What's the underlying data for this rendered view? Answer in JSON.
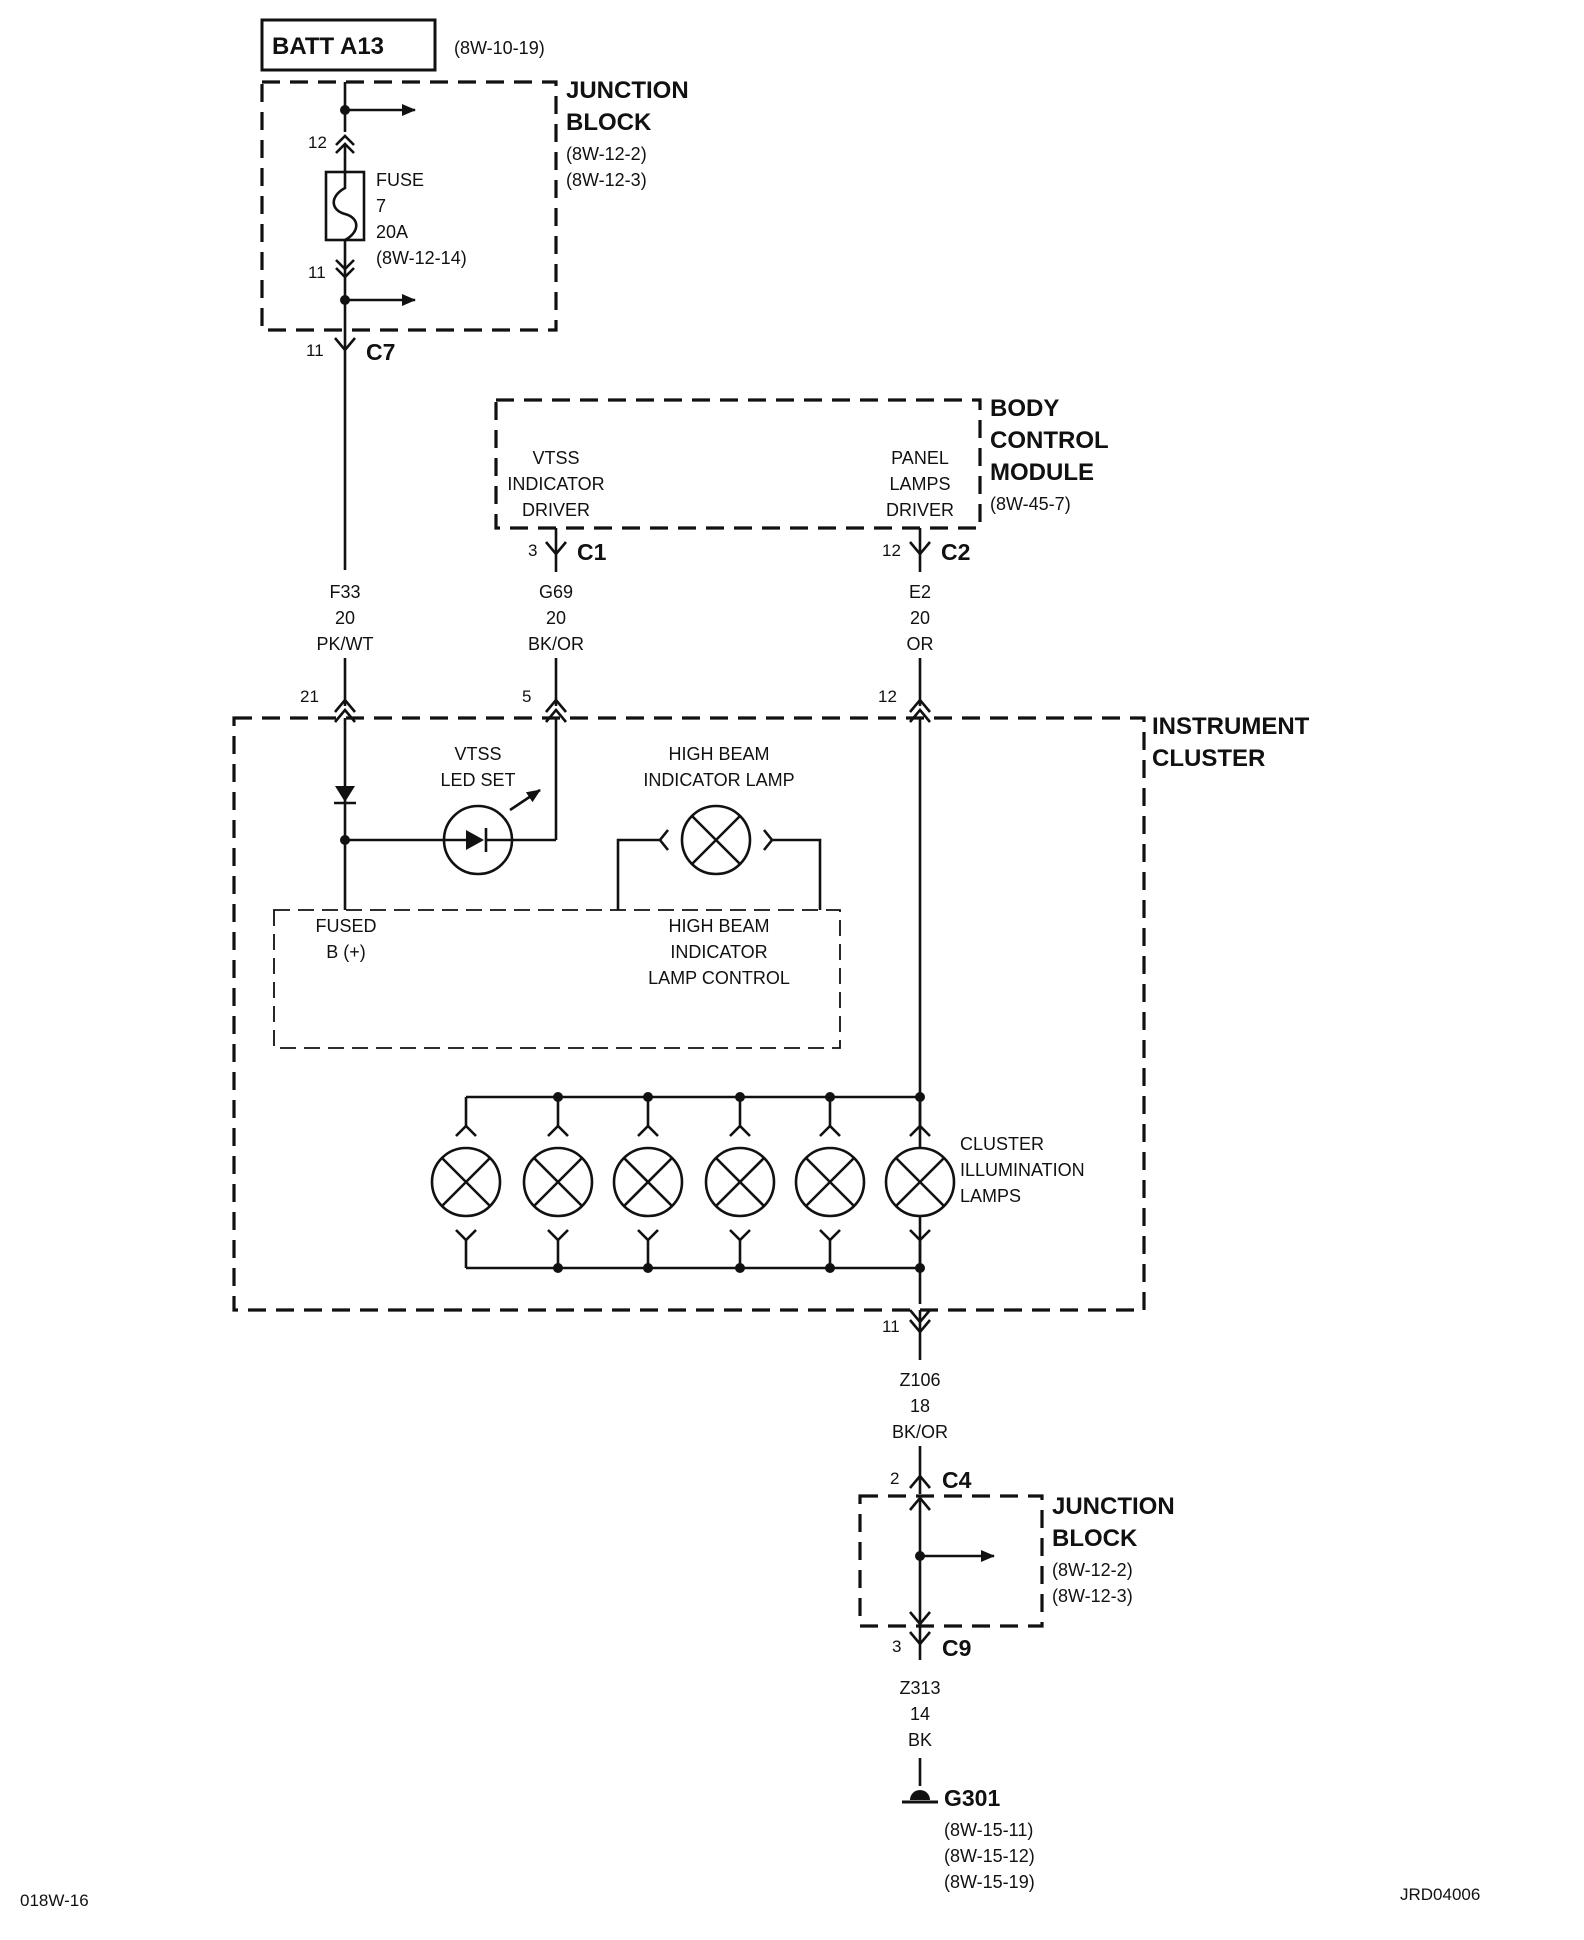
{
  "batt": {
    "label": "BATT A13",
    "ref": "(8W-10-19)"
  },
  "junction_top": {
    "title1": "JUNCTION",
    "title2": "BLOCK",
    "ref1": "(8W-12-2)",
    "ref2": "(8W-12-3)",
    "pin_in": "12",
    "pin_out": "11"
  },
  "fuse": {
    "l1": "FUSE",
    "l2": "7",
    "l3": "20A",
    "l4": "(8W-12-14)"
  },
  "c7": {
    "pin": "11",
    "name": "C7"
  },
  "bcm": {
    "title1": "BODY",
    "title2": "CONTROL",
    "title3": "MODULE",
    "ref": "(8W-45-7)",
    "vtss1": "VTSS",
    "vtss2": "INDICATOR",
    "vtss3": "DRIVER",
    "panel1": "PANEL",
    "panel2": "LAMPS",
    "panel3": "DRIVER",
    "c1_pin": "3",
    "c1": "C1",
    "c2_pin": "12",
    "c2": "C2"
  },
  "wires": {
    "f33": {
      "code": "F33",
      "gauge": "20",
      "color": "PK/WT",
      "pin": "21"
    },
    "g69": {
      "code": "G69",
      "gauge": "20",
      "color": "BK/OR",
      "pin": "5"
    },
    "e2": {
      "code": "E2",
      "gauge": "20",
      "color": "OR",
      "pin": "12"
    },
    "z106": {
      "code": "Z106",
      "gauge": "18",
      "color": "BK/OR",
      "pin": "11"
    },
    "z313": {
      "code": "Z313",
      "gauge": "14",
      "color": "BK"
    }
  },
  "cluster": {
    "title1": "INSTRUMENT",
    "title2": "CLUSTER",
    "vtss1": "VTSS",
    "vtss2": "LED SET",
    "hb1": "HIGH BEAM",
    "hb2": "INDICATOR LAMP",
    "fused1": "FUSED",
    "fused2": "B (+)",
    "hbc1": "HIGH BEAM",
    "hbc2": "INDICATOR",
    "hbc3": "LAMP CONTROL",
    "ill1": "CLUSTER",
    "ill2": "ILLUMINATION",
    "ill3": "LAMPS"
  },
  "c4": {
    "pin": "2",
    "name": "C4"
  },
  "junction_bot": {
    "title1": "JUNCTION",
    "title2": "BLOCK",
    "ref1": "(8W-12-2)",
    "ref2": "(8W-12-3)"
  },
  "c9": {
    "pin": "3",
    "name": "C9"
  },
  "ground": {
    "name": "G301",
    "ref1": "(8W-15-11)",
    "ref2": "(8W-15-12)",
    "ref3": "(8W-15-19)"
  },
  "footer": {
    "left": "018W-16",
    "right": "JRD04006"
  }
}
